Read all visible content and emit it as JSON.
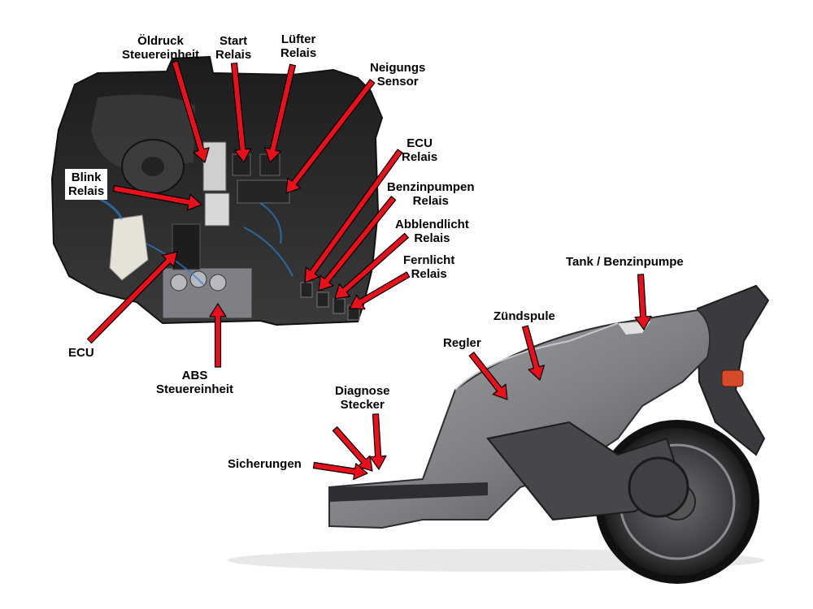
{
  "labels": {
    "oeldruck": [
      "Öldruck",
      "Steuereinheit"
    ],
    "start": [
      "Start",
      "Relais"
    ],
    "luefter": [
      "Lüfter",
      "Relais"
    ],
    "neigung": [
      "Neigungs",
      "Sensor"
    ],
    "ecu_relais": [
      "ECU",
      "Relais"
    ],
    "benzinpumpen": [
      "Benzinpumpen",
      "Relais"
    ],
    "abblendlicht": [
      "Abblendlicht",
      "Relais"
    ],
    "fernlicht": [
      "Fernlicht",
      "Relais"
    ],
    "blink": [
      "Blink",
      "Relais"
    ],
    "ecu": [
      "ECU"
    ],
    "abs": [
      "ABS",
      "Steuereinheit"
    ],
    "tank": [
      "Tank / Benzinpumpe"
    ],
    "zuendspule": [
      "Zündspule"
    ],
    "regler": [
      "Regler"
    ],
    "diagnose": [
      "Diagnose",
      "Stecker"
    ],
    "sicherungen": [
      "Sicherungen"
    ]
  },
  "colors": {
    "arrow": "#e8101a",
    "arrow_outline": "#000000",
    "scooter_body": "#7d7f83",
    "engine_bay": "#2b2b2b"
  }
}
